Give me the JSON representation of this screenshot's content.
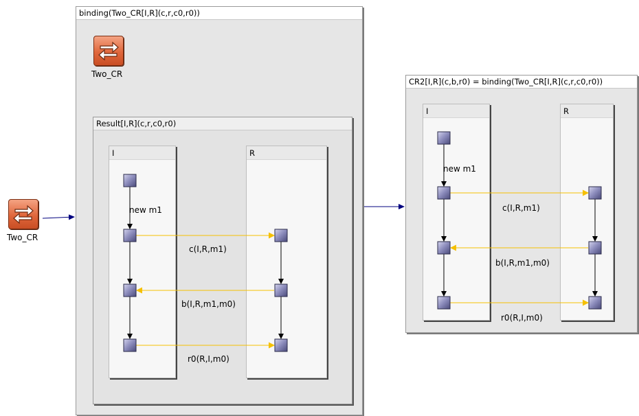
{
  "standalone_process": {
    "icon": "swap-arrows-icon",
    "label": "Two_CR"
  },
  "binding_frame": {
    "title": "binding(Two_CR[I,R](c,r,c0,r0))",
    "process": {
      "icon": "swap-arrows-icon",
      "label": "Two_CR"
    },
    "result": {
      "title": "Result[I,R](c,r,c0,r0)",
      "lane_left": "I",
      "lane_right": "R",
      "new_label": "new m1",
      "messages": [
        "c(I,R,m1)",
        "b(I,R,m1,m0)",
        "r0(R,I,m0)"
      ]
    }
  },
  "cr2_frame": {
    "title": "CR2[I,R](c,b,r0) = binding(Two_CR[I,R](c,r,c0,r0))",
    "lane_left": "I",
    "lane_right": "R",
    "new_label": "new m1",
    "messages": [
      "c(I,R,m1)",
      "b(I,R,m1,m0)",
      "r0(R,I,m0)"
    ]
  },
  "colors": {
    "message_arrow": "#f5c000",
    "flow_arrow": "#00007f",
    "node_fill": "#8a8aba"
  }
}
